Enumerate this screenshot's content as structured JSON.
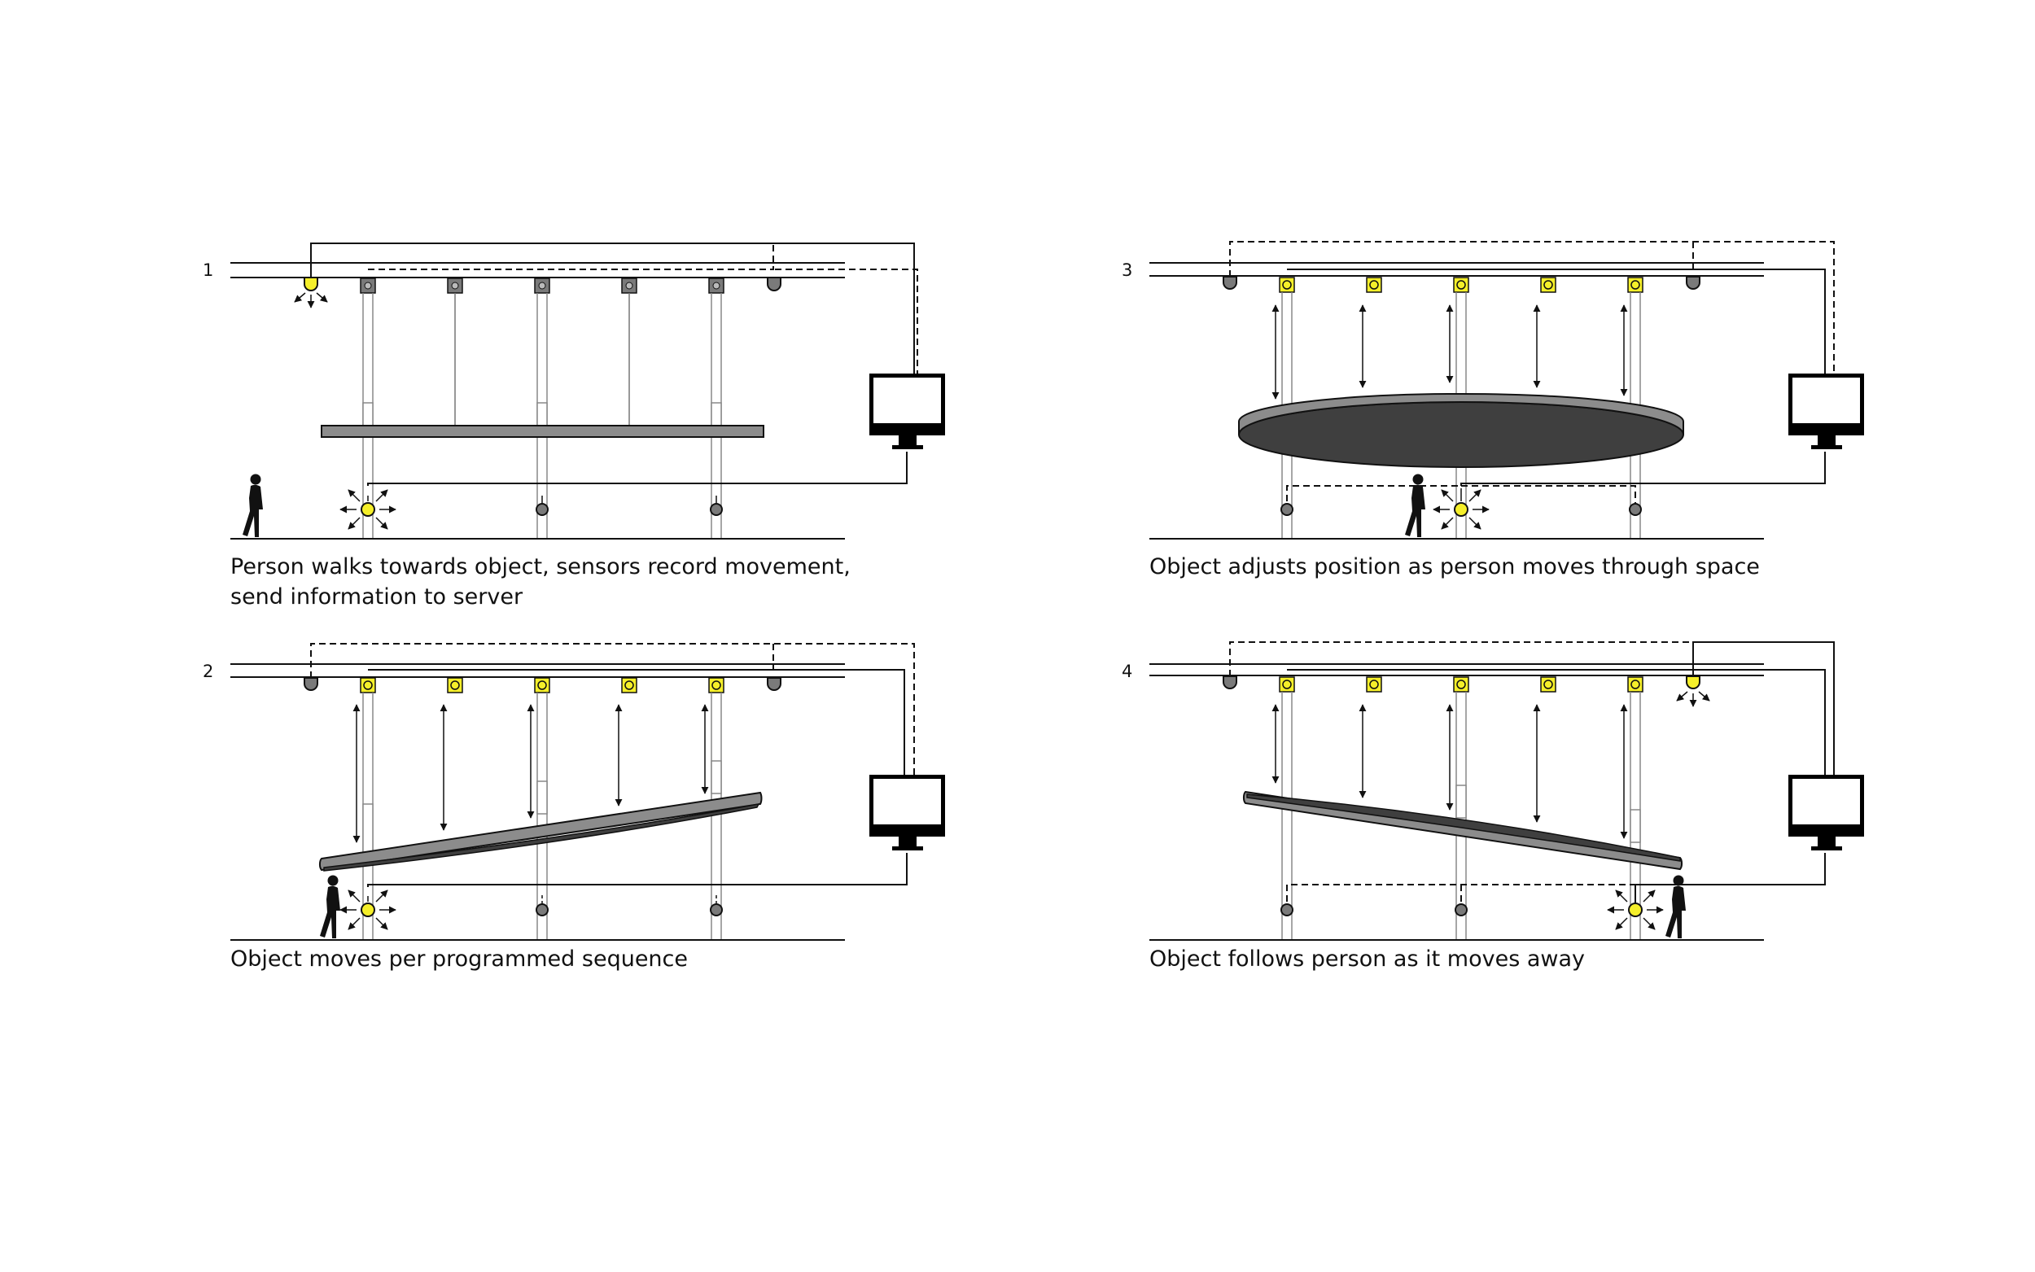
{
  "colors": {
    "line": "#111111",
    "sensor_active": "#f5ef2a",
    "sensor_idle": "#7a7a7a",
    "object_top": "#8c8c8c",
    "object_bottom": "#3f3f3f",
    "monitor": "#000000"
  },
  "icons": [
    "person-icon",
    "monitor-icon",
    "sensor-icon",
    "actuator-icon",
    "arrow-icon"
  ],
  "panels": [
    {
      "number": "1",
      "caption_lines": [
        "Person walks towards object, sensors record movement,",
        "send information to server"
      ]
    },
    {
      "number": "2",
      "caption_lines": [
        "Object moves per programmed sequence"
      ]
    },
    {
      "number": "3",
      "caption_lines": [
        "Object adjusts position as person moves through space"
      ]
    },
    {
      "number": "4",
      "caption_lines": [
        "Object follows person as it moves away"
      ]
    }
  ]
}
